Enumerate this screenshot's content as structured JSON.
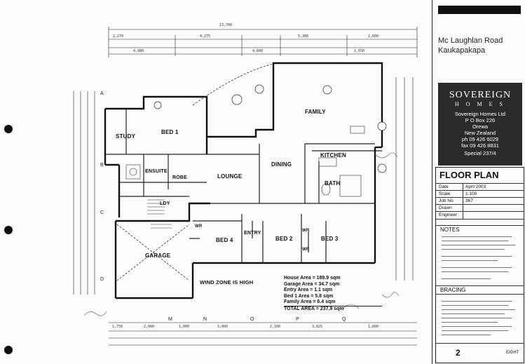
{
  "plan": {
    "overall_dim": "13,700",
    "rooms": {
      "study": "STUDY",
      "bed1": "BED 1",
      "ensuite": "ENSUITE",
      "robe": "ROBE",
      "ldy": "LDY",
      "lounge": "LOUNGE",
      "dining": "DINING",
      "family": "FAMILY",
      "kitchen": "KITCHEN",
      "bath": "BATH",
      "garage": "GARAGE",
      "bed4": "BED 4",
      "entry": "ENTRY",
      "bed2": "BED 2",
      "bed3": "BED 3",
      "wr1": "WR",
      "wr2": "WR",
      "wr3": "WR"
    },
    "grid_letters_left": [
      "A",
      "B",
      "C",
      "D"
    ],
    "grid_letters_bottom": [
      "M",
      "N",
      "O",
      "P",
      "Q"
    ],
    "top_dims_row1": [
      "2,270",
      "4,275",
      "5,300",
      "1,600"
    ],
    "top_dims_row2": [
      "4,980",
      "4,840",
      "1,550"
    ],
    "bottom_dims": [
      "1,750",
      "2,000",
      "1,000",
      "3,800",
      "2,100",
      "3,825",
      "1,800"
    ],
    "wind_zone": "WIND ZONE IS HIGH",
    "areas": [
      {
        "label": "House Area",
        "value": "189.9 sqm"
      },
      {
        "label": "Garage Area",
        "value": "34.7 sqm"
      },
      {
        "label": "Entry Area",
        "value": "1.1 sqm"
      },
      {
        "label": "Bed 1 Area",
        "value": "5.8 sqm"
      },
      {
        "label": "Family Area",
        "value": "6.4 sqm"
      },
      {
        "label": "TOTAL AREA",
        "value": "237.9 sqm"
      }
    ]
  },
  "title_block": {
    "address_line1": "Mc Laughlan Road",
    "address_line2": "Kaukapakapa",
    "logo_name": "SOVEREIGN",
    "logo_sub": "H O M E S",
    "company": "Sovereign Homes Ltd",
    "po_box": "P O Box 226",
    "city": "Orewa",
    "country": "New Zealand",
    "phone": "ph 09 426 6029",
    "fax": "fax 09 426 8831",
    "special": "Special 237/4",
    "drawing_title": "FLOOR PLAN",
    "fields": [
      {
        "key": "Date",
        "value": "April 2003"
      },
      {
        "key": "Scale",
        "value": "1:100"
      },
      {
        "key": "Job No",
        "value": "367"
      },
      {
        "key": "Drawn",
        "value": ""
      },
      {
        "key": "Engineer",
        "value": ""
      }
    ],
    "notes_label": "NOTES",
    "bracing_label": "BRACING",
    "sheet_number": "2",
    "sheet_total": "EIGHT"
  }
}
